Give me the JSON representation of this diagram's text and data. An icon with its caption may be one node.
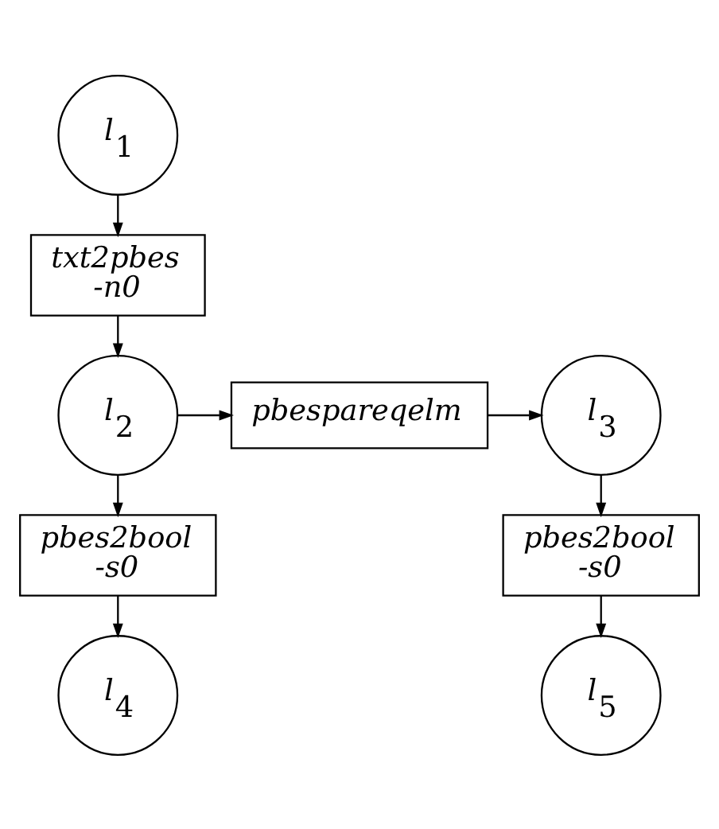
{
  "diagram": {
    "nodes": [
      {
        "text": [
          "l$_{1}$"
        ]
      },
      {
        "text": [
          "txt2pbes -n0"
        ]
      },
      {
        "text": [
          "l$_{2}$"
        ]
      },
      {
        "text": [
          "pbespareqelm"
        ]
      },
      {
        "text": [
          "l$_{3}$"
        ]
      },
      {
        "text": [
          "pbes2bool -s0"
        ]
      },
      {
        "text": [
          "l$_{4}$"
        ]
      },
      {
        "text": [
          "pbes2bool -s0"
        ]
      },
      {
        "text": [
          "l$_{5}$"
        ]
      }
    ],
    "edges": [
      {
        "from": 0,
        "to": 1,
        "arrow": "to"
      },
      {
        "from": 1,
        "to": 2,
        "arrow": "to"
      },
      {
        "from": 2,
        "to": 3,
        "arrow": "to"
      },
      {
        "from": 3,
        "to": 4,
        "arrow": "to"
      },
      {
        "from": 2,
        "to": 5,
        "arrow": "to"
      },
      {
        "from": 5,
        "to": 6,
        "arrow": "to"
      },
      {
        "from": 4,
        "to": 7,
        "arrow": "to"
      },
      {
        "from": 7,
        "to": 8,
        "arrow": "to"
      }
    ]
  }
}
